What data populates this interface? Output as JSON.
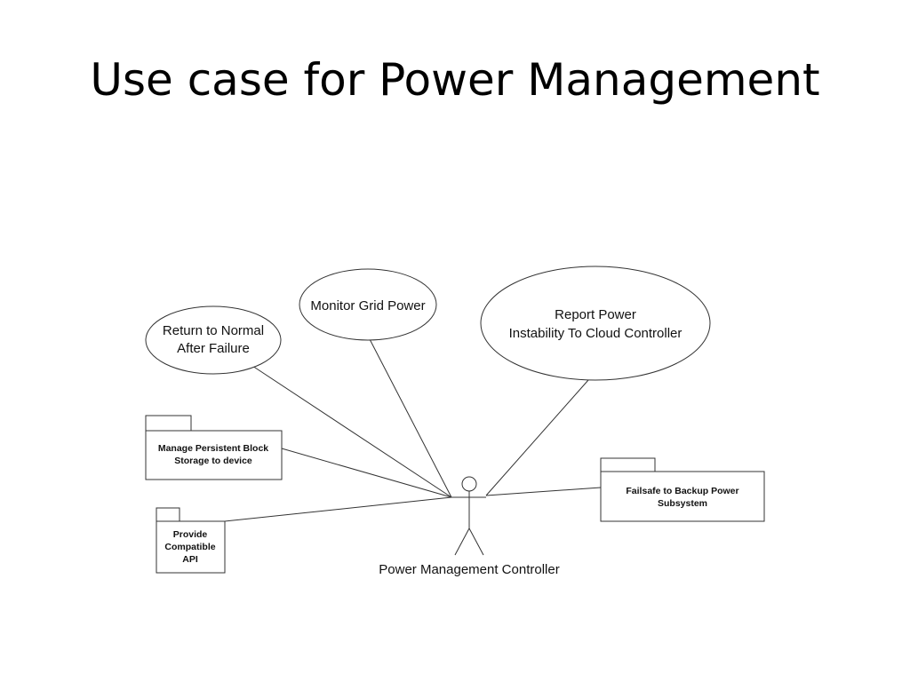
{
  "slide": {
    "title": "Use case for Power Management"
  },
  "diagram": {
    "actor": {
      "label": "Power Management Controller"
    },
    "use_cases": {
      "return_to_normal": [
        "Return to Normal",
        "After Failure"
      ],
      "monitor_grid_power": [
        "Monitor Grid Power"
      ],
      "report_power_instability": [
        "Report Power",
        "Instability To Cloud Controller"
      ]
    },
    "packages": {
      "manage_persistent_block": [
        "Manage Persistent Block",
        "Storage to device"
      ],
      "provide_compatible_api": [
        "Provide",
        "Compatible",
        "API"
      ],
      "failsafe_backup_power": [
        "Failsafe to Backup Power",
        "Subsystem"
      ]
    }
  }
}
